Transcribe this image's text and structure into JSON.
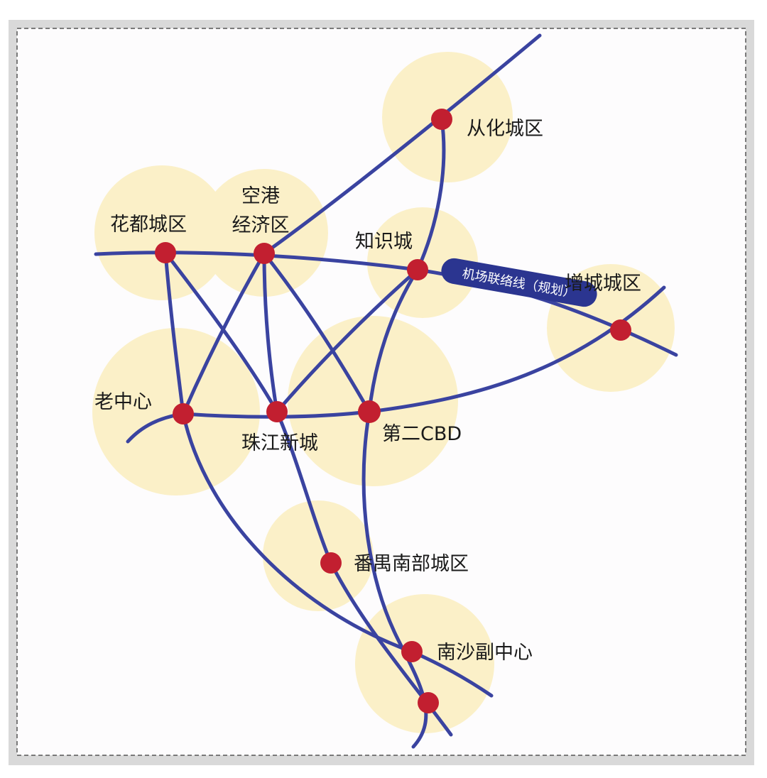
{
  "colors": {
    "route": "#3a43a0",
    "node": "#c21f30",
    "zone": "#fbf0c8",
    "badge": "#2b3590",
    "background": "#fdfcfd"
  },
  "labels": {
    "conghua": "从化城区",
    "huadu": "花都城区",
    "konggang_line1": "空港",
    "konggang_line2": "经济区",
    "zhishi": "知识城",
    "zengcheng": "增城城区",
    "laozhongxin": "老中心",
    "zhujiang": "珠江新城",
    "dierCBD": "第二CBD",
    "panyu": "番禺南部城区",
    "nansha": "南沙副中心"
  },
  "badge": {
    "airport_link": "机场联络线（规划）"
  }
}
